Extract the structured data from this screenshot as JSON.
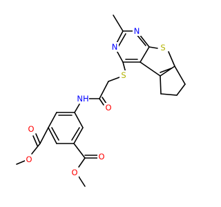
{
  "structure": {
    "atom_labels": {
      "N_top": "N",
      "N_left": "N",
      "S_ring": "S",
      "S_link": "S",
      "NH": "NH",
      "O_amide": "O",
      "O_ester_left_carbonyl": "O",
      "O_ester_left_ether": "O",
      "O_ester_right_carbonyl": "O",
      "O_ester_right_ether": "O"
    },
    "colors": {
      "bond": "#000000",
      "nitrogen": "#0000ff",
      "oxygen": "#ff0000",
      "sulfur": "#b3b300"
    }
  }
}
